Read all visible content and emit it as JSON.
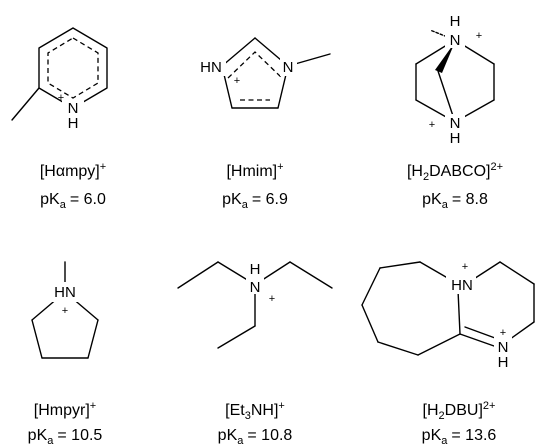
{
  "compounds": [
    {
      "name": "[Hαmpy]",
      "charge": "+",
      "pka_prefix": "pK",
      "pka_sub": "a",
      "pka_value": "= 6.0",
      "atoms": {
        "n": "N",
        "h": "H",
        "plus": "+"
      }
    },
    {
      "name": "[Hmim]",
      "charge": "+",
      "pka_prefix": "pK",
      "pka_sub": "a",
      "pka_value": "= 6.9",
      "atoms": {
        "hn": "HN",
        "n": "N",
        "plus": "+"
      }
    },
    {
      "name_pre": "[H",
      "name_sub": "2",
      "name_post": "DABCO]",
      "charge": "2+",
      "pka_prefix": "pK",
      "pka_sub": "a",
      "pka_value": "= 8.8",
      "atoms": {
        "h_top": "H",
        "n_top": "N",
        "plus_top": "+",
        "plus_bottom": "+",
        "n_bottom": "N",
        "h_bottom": "H"
      }
    },
    {
      "name": "[Hmpyr]",
      "charge": "+",
      "pka_prefix": "pK",
      "pka_sub": "a",
      "pka_value": "= 10.5",
      "atoms": {
        "hn": "HN",
        "plus": "+"
      }
    },
    {
      "name_pre": "[Et",
      "name_sub": "3",
      "name_post": "NH]",
      "charge": "+",
      "pka_prefix": "pK",
      "pka_sub": "a",
      "pka_value": "= 10.8",
      "atoms": {
        "h": "H",
        "n": "N",
        "plus": "+"
      }
    },
    {
      "name_pre": "[H",
      "name_sub": "2",
      "name_post": "DBU]",
      "charge": "2+",
      "pka_prefix": "pK",
      "pka_sub": "a",
      "pka_value": "= 13.6",
      "atoms": {
        "hn": "HN",
        "plus_top": "+",
        "n": "N",
        "plus_bottom": "+",
        "h": "H"
      }
    }
  ]
}
